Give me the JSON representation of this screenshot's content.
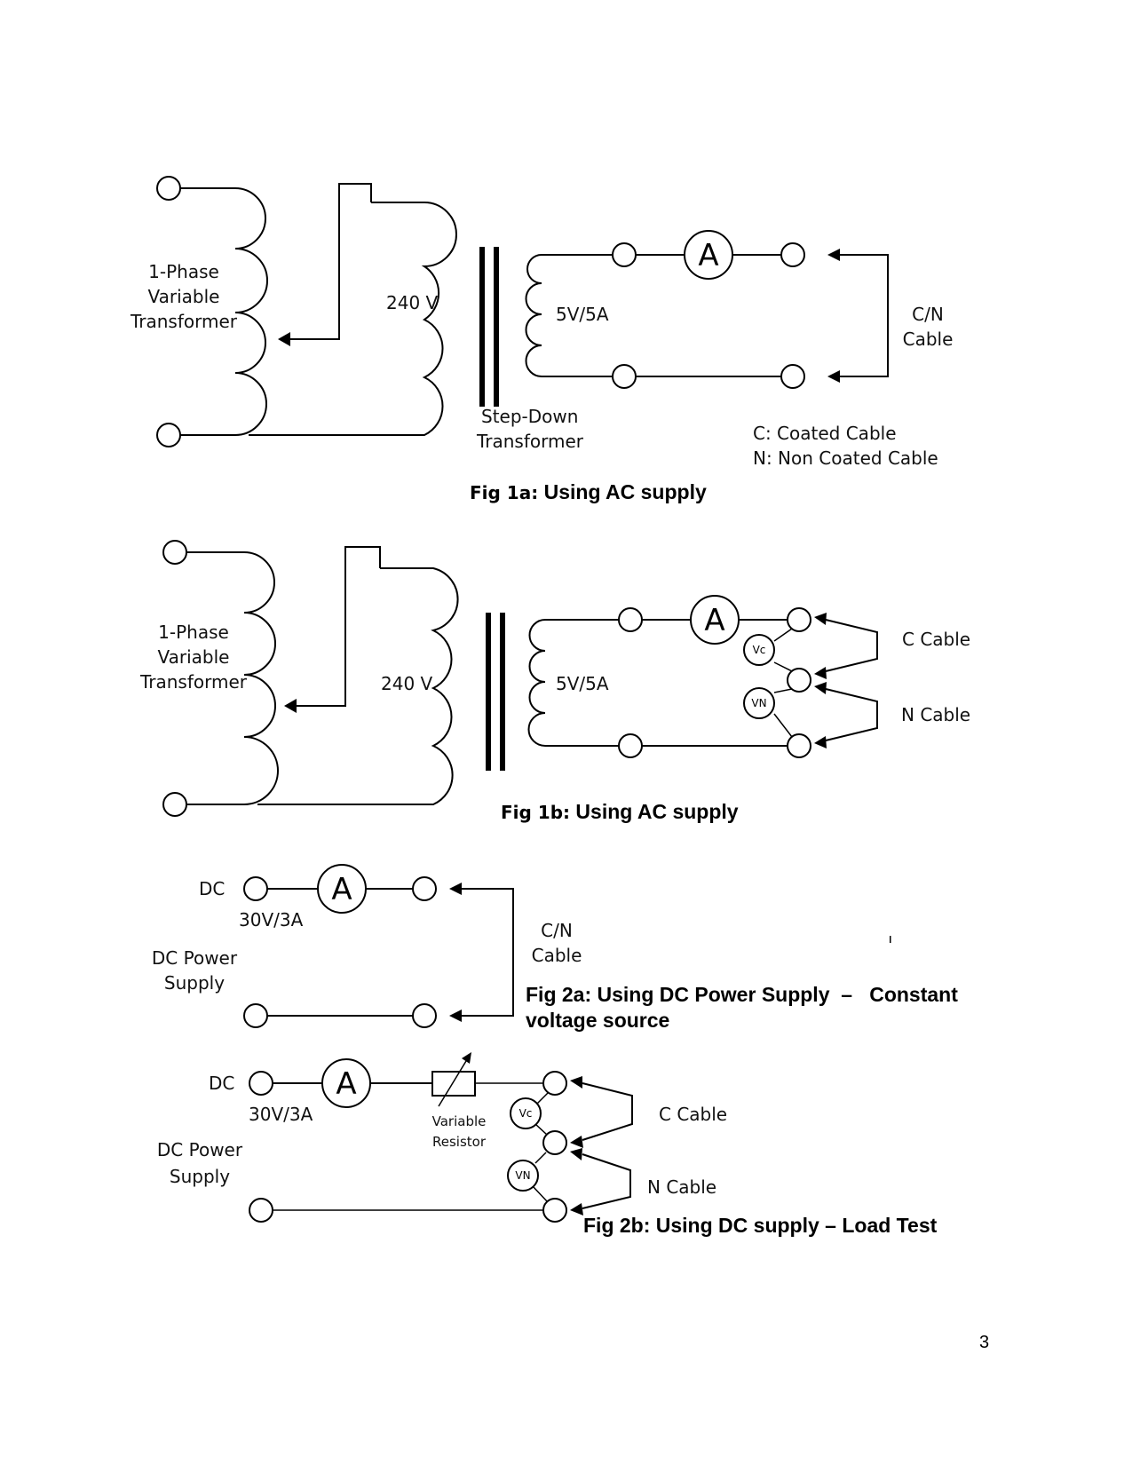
{
  "fig1a": {
    "var_transformer": [
      "1-Phase",
      "Variable",
      "Transformer"
    ],
    "primary_voltage": "240 V",
    "secondary_rating": "5V/5A",
    "ammeter": "A",
    "stepdown": [
      "Step-Down",
      "Transformer"
    ],
    "cable_label": [
      "C/N",
      "Cable"
    ],
    "legend": [
      "C: Coated Cable",
      "N: Non Coated Cable"
    ],
    "caption_prefix": "Fig 1a:",
    "caption": " Using AC supply"
  },
  "fig1b": {
    "var_transformer": [
      "1-Phase",
      "Variable",
      "Transformer"
    ],
    "primary_voltage": "240 V",
    "secondary_rating": "5V/5A",
    "ammeter": "A",
    "vc": "Vc",
    "vn": "VN",
    "c_cable": "C Cable",
    "n_cable": "N Cable",
    "caption_prefix": "Fig 1b:",
    "caption": " Using AC supply"
  },
  "fig2a": {
    "dc": "DC",
    "rating": "30V/3A",
    "ammeter": "A",
    "supply": [
      "DC Power",
      "Supply"
    ],
    "cable_label": [
      "C/N",
      "Cable"
    ],
    "caption_line1": "Fig 2a: Using DC Power Supply  –   Constant",
    "caption_line2": "voltage source"
  },
  "fig2b": {
    "dc": "DC",
    "rating": "30V/3A",
    "ammeter": "A",
    "supply": [
      "DC Power",
      "Supply"
    ],
    "resistor": [
      "Variable",
      "Resistor"
    ],
    "vc": "Vc",
    "vn": "VN",
    "c_cable": "C Cable",
    "n_cable": "N Cable",
    "caption": "Fig 2b: Using DC supply – Load Test"
  },
  "page_number": "3"
}
